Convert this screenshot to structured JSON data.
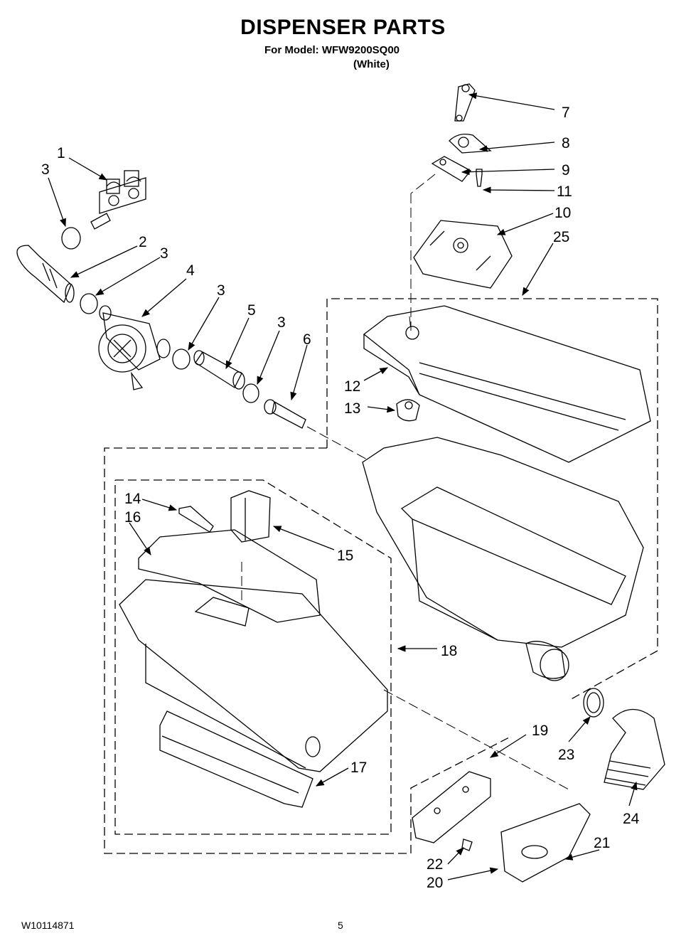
{
  "header": {
    "title": "DISPENSER PARTS",
    "model_line": "For Model: WFW9200SQ00",
    "variant": "(White)"
  },
  "footer": {
    "doc_number": "W10114871",
    "page_number": "5"
  },
  "callouts": [
    {
      "id": "c1",
      "label": "1"
    },
    {
      "id": "c2",
      "label": "2"
    },
    {
      "id": "c3a",
      "label": "3"
    },
    {
      "id": "c3b",
      "label": "3"
    },
    {
      "id": "c3c",
      "label": "3"
    },
    {
      "id": "c3d",
      "label": "3"
    },
    {
      "id": "c4",
      "label": "4"
    },
    {
      "id": "c5",
      "label": "5"
    },
    {
      "id": "c6",
      "label": "6"
    },
    {
      "id": "c7",
      "label": "7"
    },
    {
      "id": "c8",
      "label": "8"
    },
    {
      "id": "c9",
      "label": "9"
    },
    {
      "id": "c10",
      "label": "10"
    },
    {
      "id": "c11",
      "label": "11"
    },
    {
      "id": "c12",
      "label": "12"
    },
    {
      "id": "c13",
      "label": "13"
    },
    {
      "id": "c14",
      "label": "14"
    },
    {
      "id": "c15",
      "label": "15"
    },
    {
      "id": "c16",
      "label": "16"
    },
    {
      "id": "c17",
      "label": "17"
    },
    {
      "id": "c18",
      "label": "18"
    },
    {
      "id": "c19",
      "label": "19"
    },
    {
      "id": "c20",
      "label": "20"
    },
    {
      "id": "c21",
      "label": "21"
    },
    {
      "id": "c22",
      "label": "22"
    },
    {
      "id": "c23",
      "label": "23"
    },
    {
      "id": "c24",
      "label": "24"
    },
    {
      "id": "c25",
      "label": "25"
    }
  ]
}
